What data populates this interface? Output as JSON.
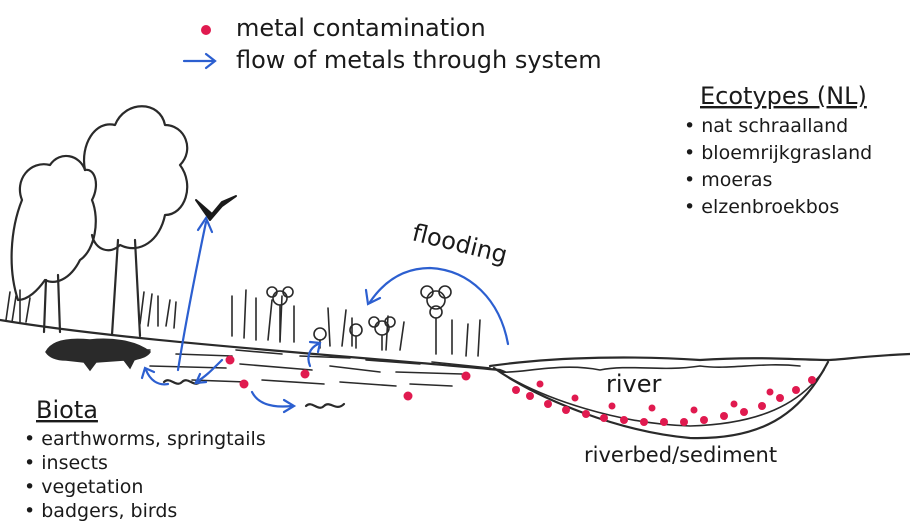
{
  "legend": {
    "metal_label": "metal contamination",
    "flow_label": "flow of metals through system",
    "metal_color": "#e01a4f",
    "flow_color": "#2c5fd0"
  },
  "ecotypes": {
    "heading": "Ecotypes (NL)",
    "items": [
      "nat schraalland",
      "bloemrijkgrasland",
      "moeras",
      "elzenbroekbos"
    ]
  },
  "biota": {
    "heading": "Biota",
    "items": [
      "earthworms, springtails",
      "insects",
      "vegetation",
      "badgers, birds"
    ]
  },
  "labels": {
    "flooding": "flooding",
    "river": "river",
    "riverbed": "riverbed/sediment"
  },
  "icons": [
    "tree-icon",
    "bird-icon",
    "badger-icon",
    "flower-icon",
    "worm-icon"
  ]
}
